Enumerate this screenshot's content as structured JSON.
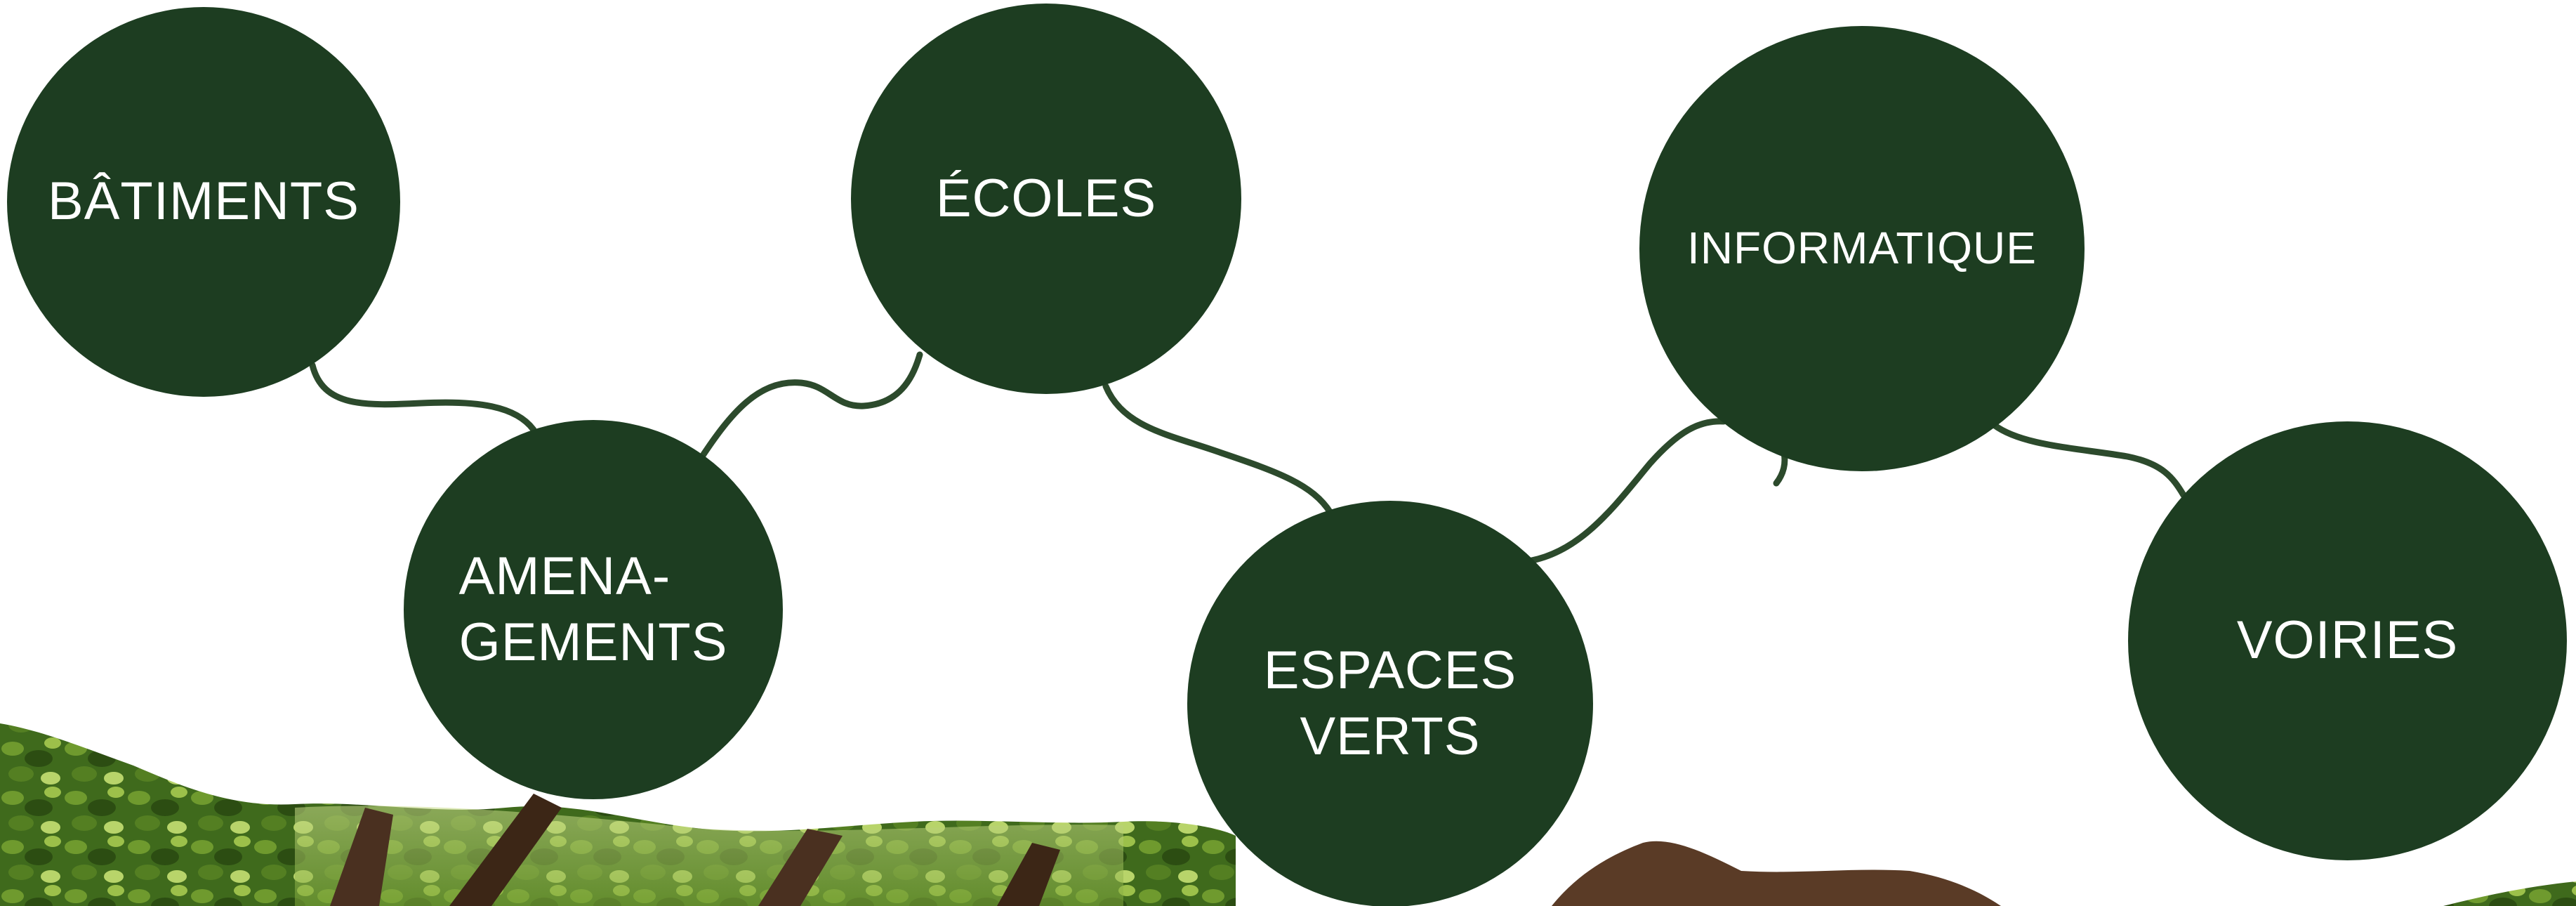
{
  "colors": {
    "node_fill": "#1d3d21",
    "connector": "#2c4a2c",
    "label": "#ffffff",
    "foliage_dark": "#2e4a14",
    "foliage_light": "#7fa83a",
    "bark": "#4a3020"
  },
  "nodes": [
    {
      "id": "batiments",
      "label": "BÂTIMENTS"
    },
    {
      "id": "amenagements",
      "label": "AMENA-\nGEMENTS"
    },
    {
      "id": "ecoles",
      "label": "ÉCOLES"
    },
    {
      "id": "espaces-verts",
      "label": "ESPACES\nVERTS"
    },
    {
      "id": "informatique",
      "label": "INFORMATIQUE"
    },
    {
      "id": "voiries",
      "label": "VOIRIES"
    }
  ],
  "links": [
    {
      "from": "batiments",
      "to": "amenagements"
    },
    {
      "from": "amenagements",
      "to": "ecoles"
    },
    {
      "from": "ecoles",
      "to": "espaces-verts"
    },
    {
      "from": "espaces-verts",
      "to": "informatique"
    },
    {
      "from": "informatique",
      "to": "voiries"
    }
  ],
  "background": {
    "image": "forest-canopy-photo-strip"
  }
}
